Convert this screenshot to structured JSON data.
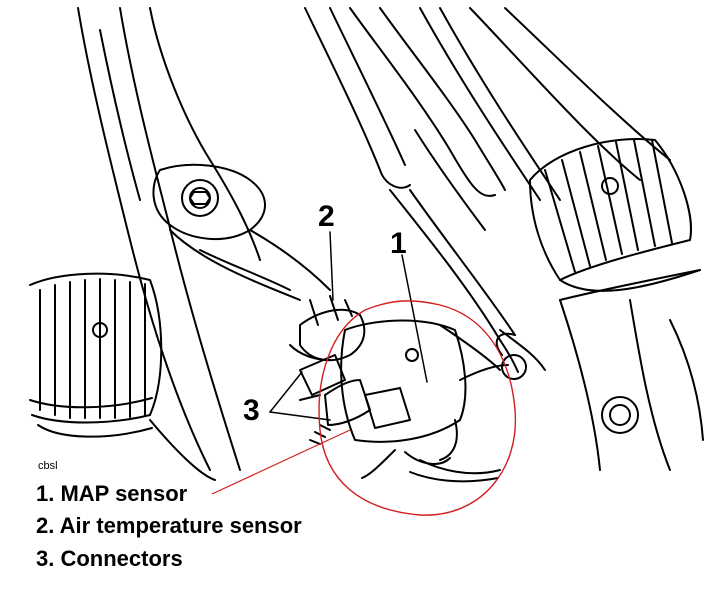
{
  "diagram": {
    "callouts": {
      "one": "1",
      "two": "2",
      "three": "3"
    },
    "credit": "cbsl",
    "legend": [
      "1. MAP sensor",
      "2. Air temperature sensor",
      "3. Connectors"
    ],
    "line_color": "#000000",
    "annotation_color": "#d21e1e"
  }
}
